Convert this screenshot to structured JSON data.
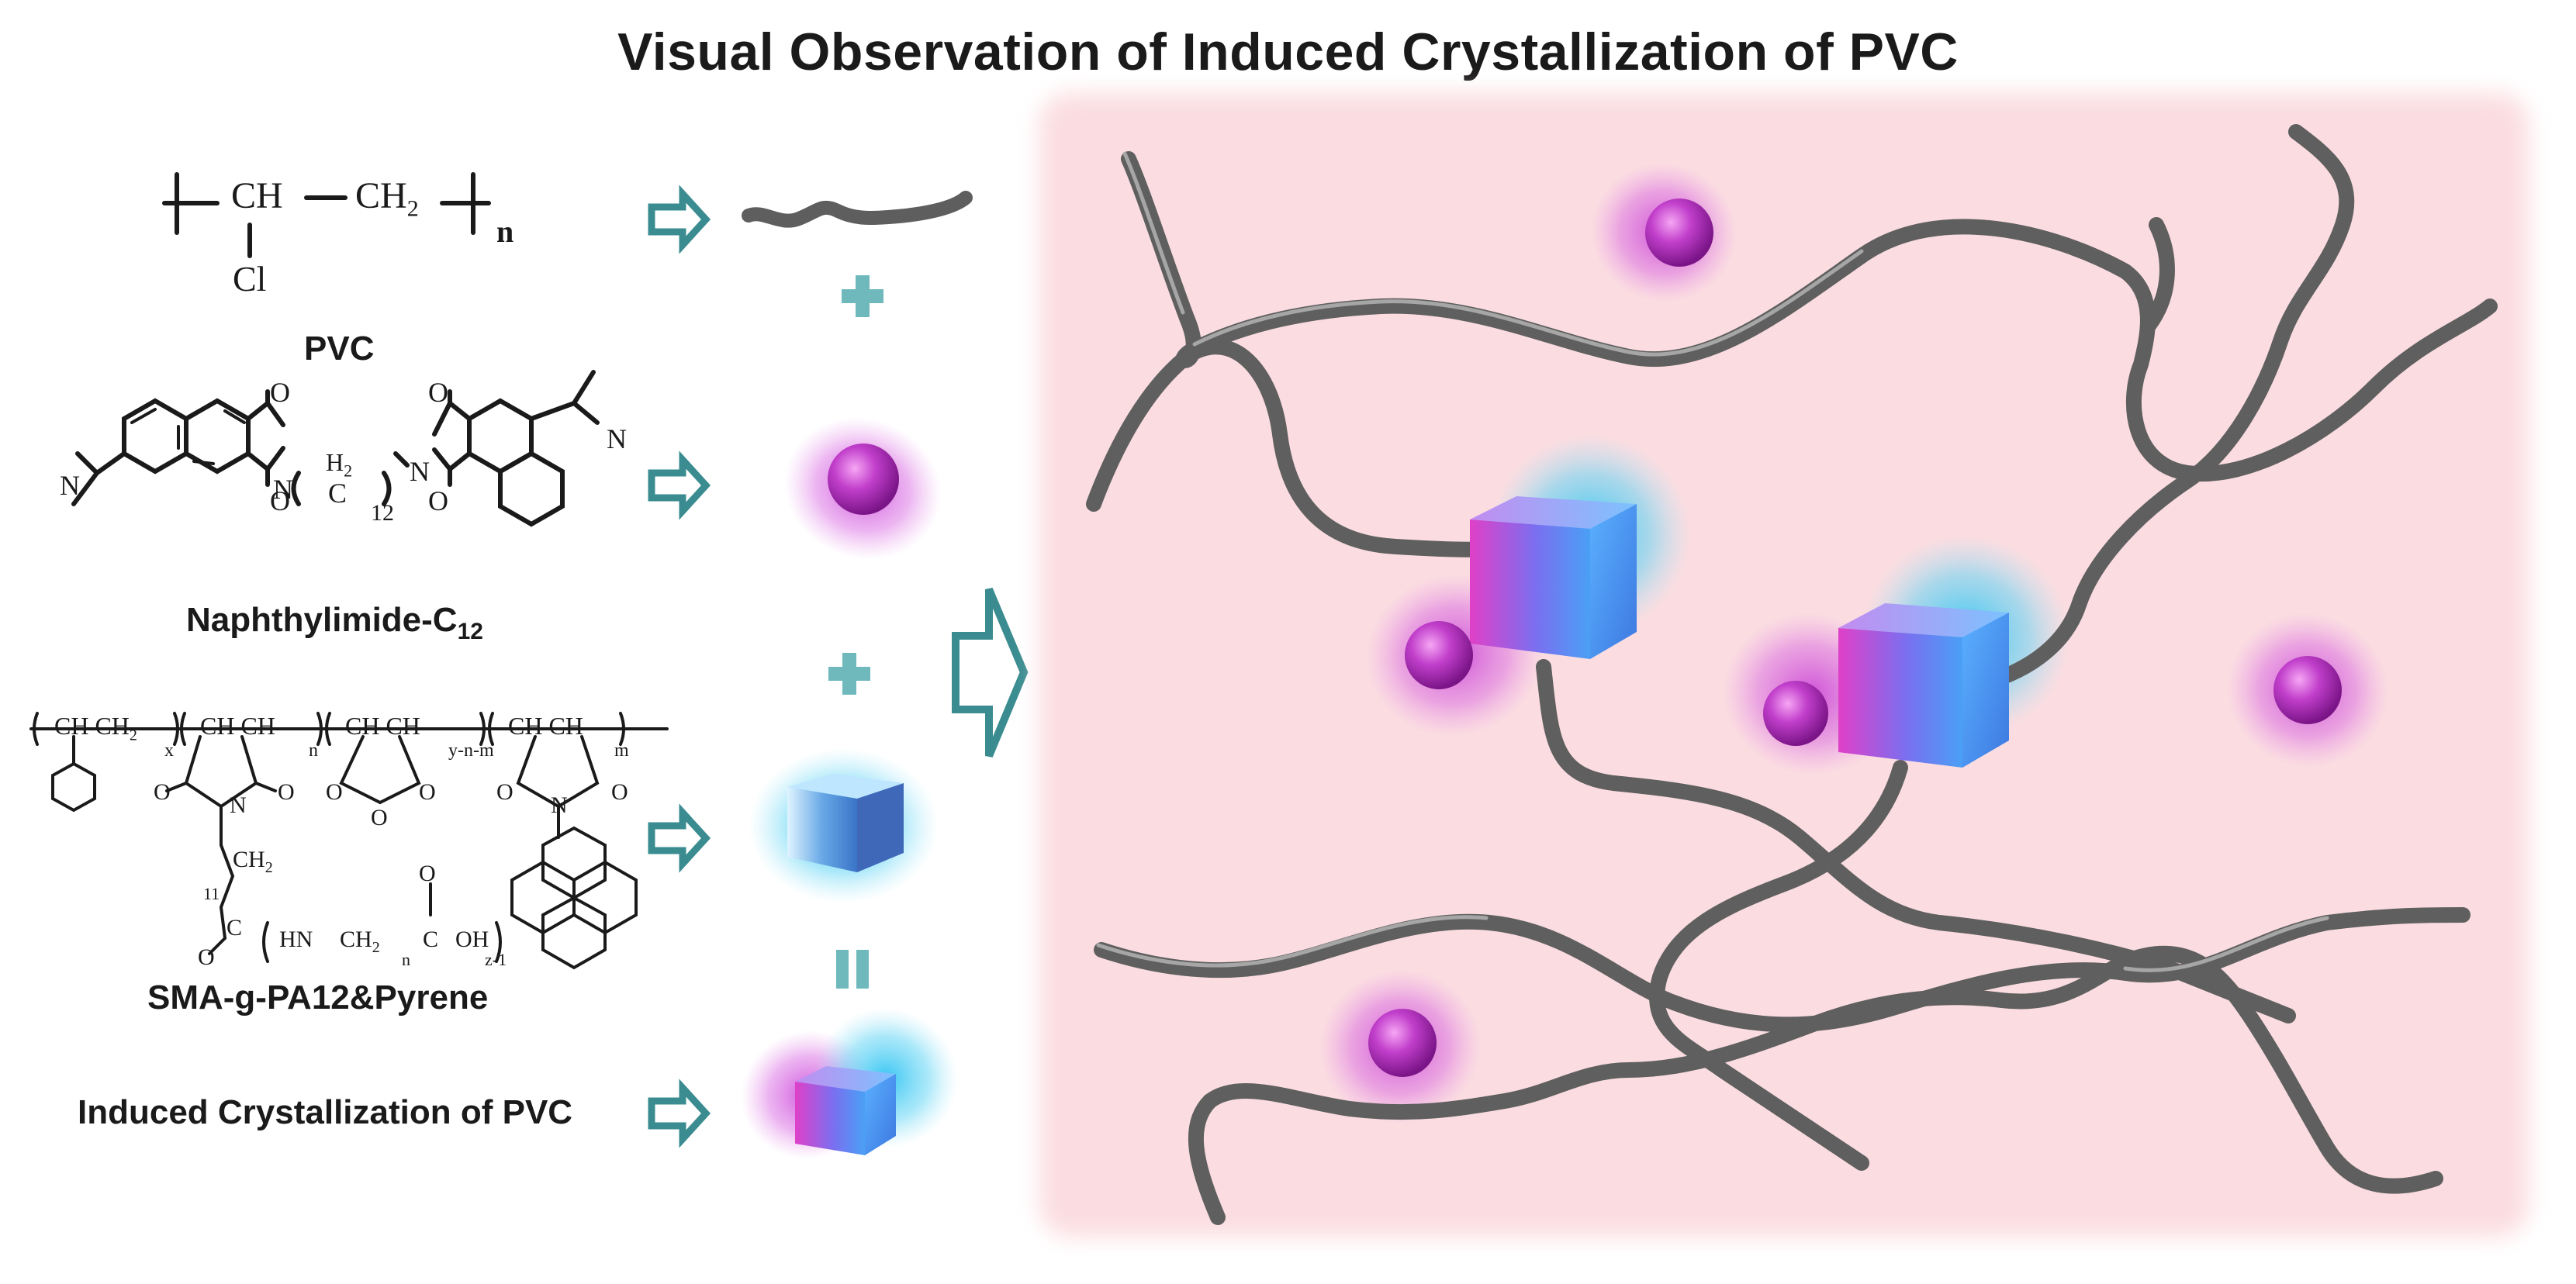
{
  "title": "Visual Observation of Induced Crystallization of PVC",
  "colors": {
    "teal_arrow": "#3a8c90",
    "teal_plus": "#6fb9bd",
    "panel_pink": "#fbdde1",
    "magenta_glow": "#c040d0",
    "cyan_glow": "#40c8ee",
    "chain_gray": "#6b6b6b"
  },
  "components": [
    {
      "name": "PVC",
      "formula": {
        "ch": "CH",
        "ch2": "CH",
        "sub2": "2",
        "cl": "Cl",
        "n": "n"
      },
      "symbol": "polymer-chain-icon"
    },
    {
      "name": "Naphthylimide-C",
      "name_sub": "12",
      "formula": {
        "o": "O",
        "n": "N",
        "h2": "H",
        "h2sub": "2",
        "c": "C",
        "sub12": "12"
      },
      "symbol": "magenta-sphere-icon"
    },
    {
      "name": "SMA-g-PA12&Pyrene",
      "formula": {
        "segment1": "CH  CH",
        "segment1b": "2",
        "x": "x",
        "segment2": "CH  CH",
        "n": "n",
        "segment3": "CH  CH",
        "ynm": "y-n-m",
        "segment4": "CH  CH",
        "m": "m",
        "o": "O",
        "n_atom": "N",
        "ch2": "CH",
        "ch2sub": "2",
        "sub11": "11",
        "c": "C",
        "hn": "HN",
        "ch2b": "CH",
        "n2": "n",
        "oh": "OH",
        "z1": "z-1"
      },
      "symbol": "cyan-cube-icon"
    },
    {
      "name": "Induced Crystallization of PVC",
      "symbol": "crystal-cube-icon"
    }
  ],
  "operators": {
    "plus": "+",
    "equals": "=",
    "arrow": "arrow"
  }
}
